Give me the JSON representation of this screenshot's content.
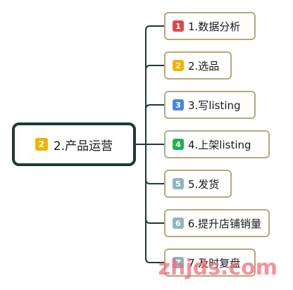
{
  "root": {
    "badge": "2",
    "badge_color": "#f0b400",
    "label": "2.产品运营"
  },
  "children": [
    {
      "badge": "1",
      "badge_color": "#e04848",
      "label": "1.数据分析"
    },
    {
      "badge": "2",
      "badge_color": "#f0b400",
      "label": "2.选品"
    },
    {
      "badge": "3",
      "badge_color": "#4a86e8",
      "label": "3.写listing"
    },
    {
      "badge": "4",
      "badge_color": "#22b24c",
      "label": "4.上架listing"
    },
    {
      "badge": "5",
      "badge_color": "#8fb5bf",
      "label": "5.发货"
    },
    {
      "badge": "6",
      "badge_color": "#8fb5bf",
      "label": "6.提升店铺销量"
    },
    {
      "badge": "7",
      "badge_color": "#8fb5bf",
      "label": "7.及时复盘"
    }
  ],
  "watermark": "zhjds.com",
  "colors": {
    "root_border": "#1e3a34",
    "child_border": "#b3aa7e",
    "connector": "#1e3a34"
  }
}
